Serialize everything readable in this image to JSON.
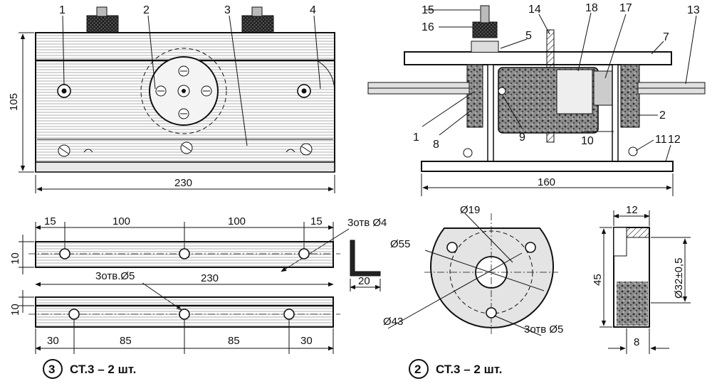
{
  "front_view": {
    "callouts": [
      "1",
      "2",
      "3",
      "4"
    ],
    "dim_height": "105",
    "dim_length": "230"
  },
  "side_view": {
    "callouts": [
      "15",
      "16",
      "14",
      "5",
      "18",
      "17",
      "7",
      "13",
      "1",
      "8",
      "9",
      "10",
      "2",
      "11",
      "12"
    ],
    "dim_length": "160"
  },
  "part3": {
    "dims_top": [
      "15",
      "100",
      "100",
      "15"
    ],
    "holes_top": "3отв Ø4",
    "dim_flange_top": "10",
    "dim_length": "230",
    "holes_bottom": "3отв.Ø5",
    "dim_flange_bottom": "10",
    "dims_bottom": [
      "30",
      "85",
      "85",
      "30"
    ],
    "angle_size": "20",
    "caption_number": "3",
    "caption_text": "СТ.3 – 2 шт."
  },
  "part2": {
    "dim_bore": "Ø19",
    "dim_outer": "Ø55",
    "dim_bolt_circle": "Ø43",
    "holes": "3отв Ø5",
    "dim_width": "12",
    "dim_height": "45",
    "dim_inner": "Ø32±0,5",
    "dim_thickness": "8",
    "caption_number": "2",
    "caption_text": "СТ.3 – 2 шт."
  }
}
